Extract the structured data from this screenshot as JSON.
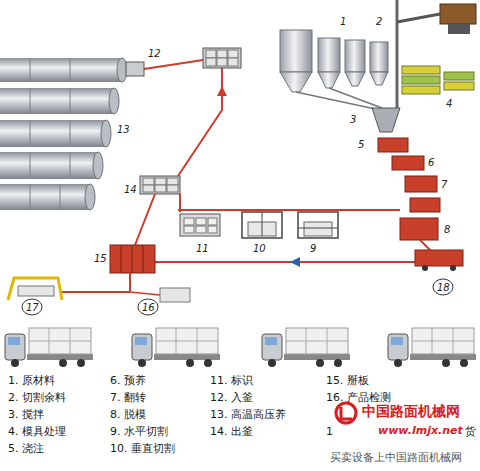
{
  "diagram": {
    "labels": [
      "1",
      "2",
      "3",
      "4",
      "5",
      "6",
      "7",
      "8",
      "9",
      "10",
      "11",
      "12",
      "13",
      "14",
      "15",
      "16",
      "17",
      "18",
      "1. 原材料",
      "2. 切割余料",
      "3. 搅拌",
      "4. 模具处理",
      "5. 浇注",
      "6. 预养",
      "7. 翻转",
      "8. 脱模",
      "9. 水平切割",
      "10. 垂直切割",
      "11. 标识",
      "12. 入釜",
      "13. 高温高压养",
      "14. 出釜",
      "15. 掰板",
      "16. 产品检测",
      "1",
      "货",
      "中国路面机械网",
      "www.lmjx.net",
      "买卖设备上中国路面机械网"
    ]
  }
}
